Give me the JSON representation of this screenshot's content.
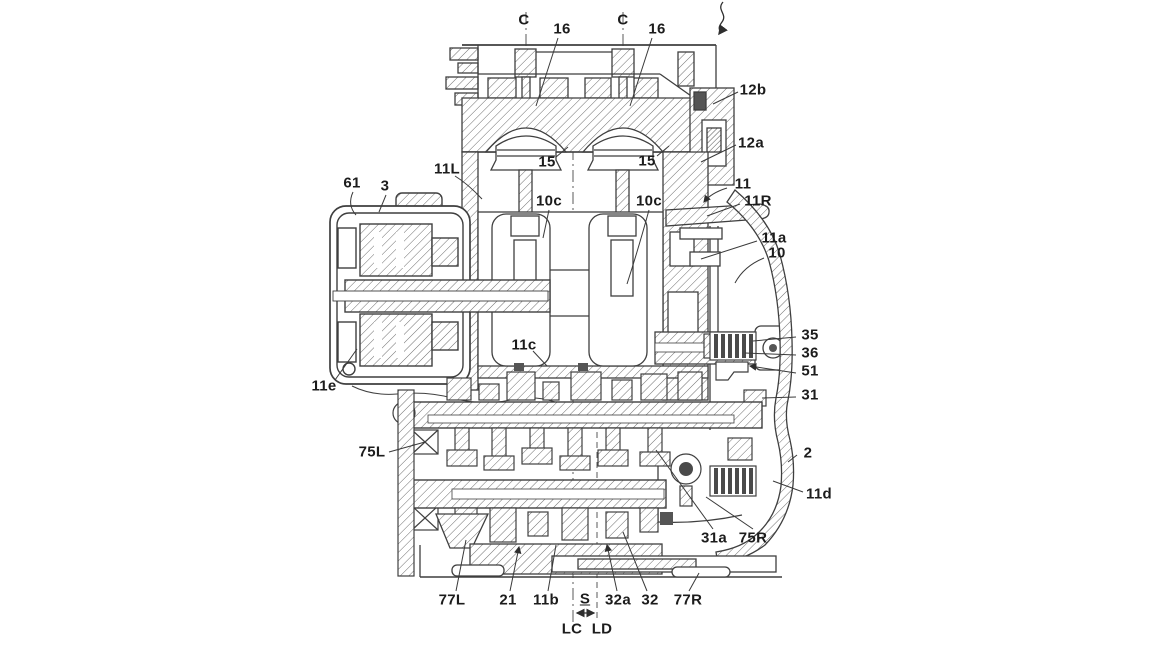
{
  "figure": {
    "type": "patent-engine-cross-section",
    "background": "#ffffff",
    "ink": "#3f3f3f",
    "label_ink": "#1c1c1c",
    "labels": {
      "c_left": "C",
      "v16_left": "16",
      "c_right": "C",
      "v16_right": "16",
      "p12b": "12b",
      "p12a": "12a",
      "p11": "11",
      "p11R": "11R",
      "p11L": "11L",
      "p15_left": "15",
      "p15_right": "15",
      "p10c_left": "10c",
      "p10c_right": "10c",
      "p61": "61",
      "p3": "3",
      "p11a": "11a",
      "p10": "10",
      "p35": "35",
      "p36": "36",
      "p51": "51",
      "p31": "31",
      "p11c": "11c",
      "p11e": "11e",
      "p75L": "75L",
      "p2": "2",
      "p11d": "11d",
      "p31a": "31a",
      "p75R": "75R",
      "p77L": "77L",
      "p21": "21",
      "p11b": "11b",
      "s_dim": "S",
      "p32a": "32a",
      "p32": "32",
      "p77R": "77R",
      "lc": "LC",
      "ld": "LD"
    }
  }
}
